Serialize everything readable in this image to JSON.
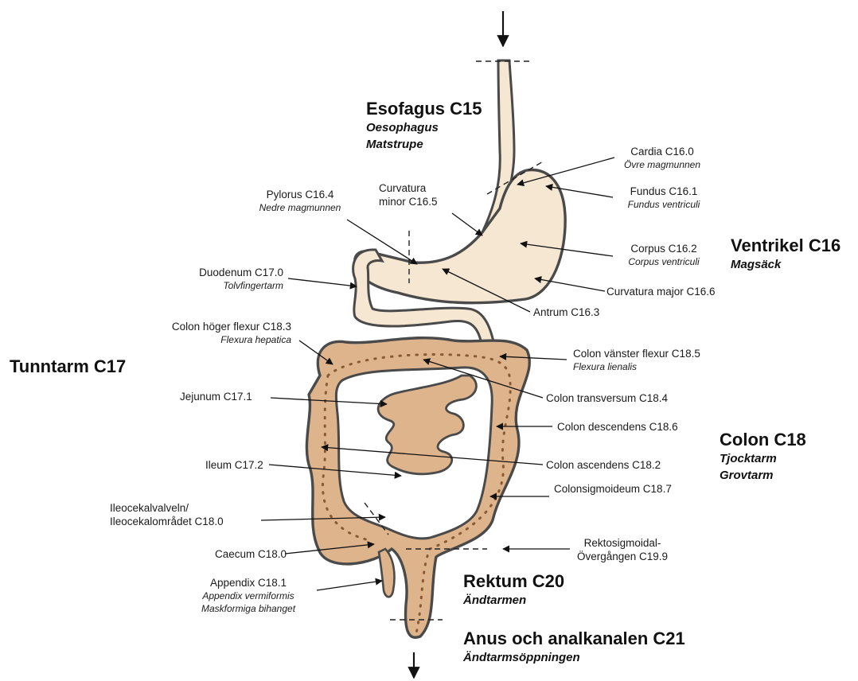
{
  "colors": {
    "fill": "#f6e7d2",
    "colon_fill": "#deb48d",
    "outline": "#4a4a4a",
    "dots": "#8a5a35",
    "arrow": "#111111"
  },
  "sections": {
    "esofagus": {
      "title": "Esofagus C15",
      "sub1": "Oesophagus",
      "sub2": "Matstrupe"
    },
    "ventrikel": {
      "title": "Ventrikel C16",
      "sub1": "Magsäck"
    },
    "tunntarm": {
      "title": "Tunntarm C17"
    },
    "colon": {
      "title": "Colon C18",
      "sub1": "Tjocktarm",
      "sub2": "Grovtarm"
    },
    "rektum": {
      "title": "Rektum C20",
      "sub1": "Ändtarmen"
    },
    "anus": {
      "title": "Anus och analkanalen C21",
      "sub1": "Ändtarmsöppningen"
    }
  },
  "labels": {
    "cardia": {
      "name": "Cardia C16.0",
      "sub": "Övre magmunnen"
    },
    "fundus": {
      "name": "Fundus C16.1",
      "sub": "Fundus ventriculi"
    },
    "corpus": {
      "name": "Corpus  C16.2",
      "sub": "Corpus ventriculi"
    },
    "curv_major": {
      "name": "Curvatura major C16.6"
    },
    "antrum": {
      "name": "Antrum C16.3"
    },
    "curv_minor": {
      "line1": "Curvatura",
      "line2": "minor C16.5"
    },
    "pylorus": {
      "name": "Pylorus C16.4",
      "sub": "Nedre magmunnen"
    },
    "duodenum": {
      "name": "Duodenum C17.0",
      "sub": "Tolvfingertarm"
    },
    "colon_hoger": {
      "name": "Colon höger flexur C18.3",
      "sub": "Flexura hepatica"
    },
    "colon_vanster": {
      "name": "Colon vänster flexur C18.5",
      "sub": "Flexura lienalis"
    },
    "colon_transv": {
      "name": "Colon transversum C18.4"
    },
    "jejunum": {
      "name": "Jejunum C17.1"
    },
    "colon_desc": {
      "name": "Colon descendens C18.6"
    },
    "ileum": {
      "name": "Ileum C17.2"
    },
    "colon_asc": {
      "name": "Colon ascendens C18.2"
    },
    "colonsigm": {
      "name": "Colonsigmoideum C18.7"
    },
    "ileocekal": {
      "line1": "Ileocekalvalveln/",
      "line2": "Ileocekalområdet C18.0"
    },
    "caecum": {
      "name": "Caecum C18.0"
    },
    "rektosigm": {
      "line1": "Rektosigmoidal-",
      "line2": "Övergången C19.9"
    },
    "appendix": {
      "name": "Appendix C18.1",
      "sub1": "Appendix vermiformis",
      "sub2": "Maskformiga bihanget"
    }
  }
}
